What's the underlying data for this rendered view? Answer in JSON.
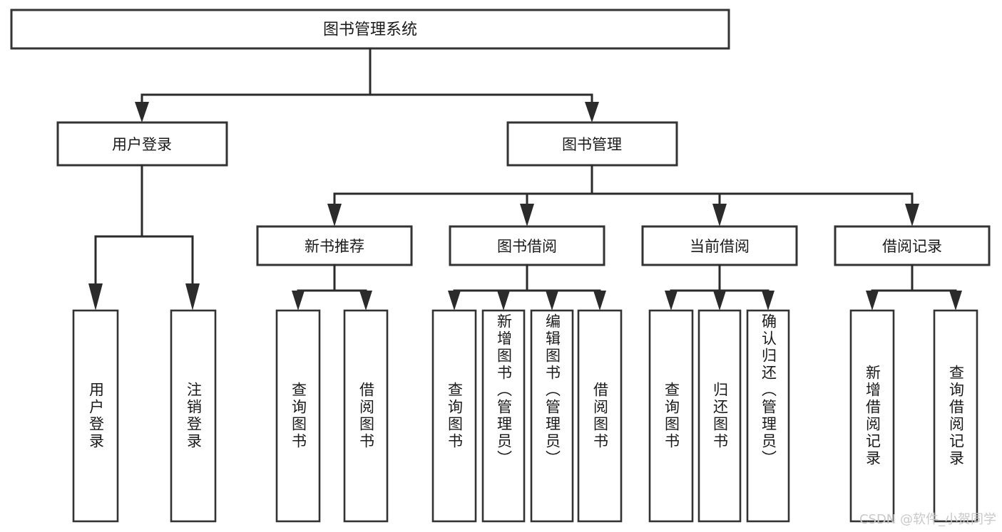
{
  "diagram": {
    "type": "tree",
    "title_node": {
      "id": "root",
      "label": "图书管理系统"
    },
    "level2": [
      {
        "id": "user-login",
        "label": "用户登录"
      },
      {
        "id": "book-manage",
        "label": "图书管理"
      }
    ],
    "level3": [
      {
        "id": "new-book-recommend",
        "label": "新书推荐",
        "parent": "book-manage"
      },
      {
        "id": "book-borrow",
        "label": "图书借阅",
        "parent": "book-manage"
      },
      {
        "id": "current-borrow",
        "label": "当前借阅",
        "parent": "book-manage"
      },
      {
        "id": "borrow-record",
        "label": "借阅记录",
        "parent": "book-manage"
      }
    ],
    "leaves": [
      {
        "id": "leaf-user-login",
        "label": "用户登录",
        "parent": "user-login"
      },
      {
        "id": "leaf-logout-login",
        "label": "注销登录",
        "parent": "user-login"
      },
      {
        "id": "leaf-query-book-1",
        "label": "查询图书",
        "parent": "new-book-recommend"
      },
      {
        "id": "leaf-borrow-book-1",
        "label": "借阅图书",
        "parent": "new-book-recommend"
      },
      {
        "id": "leaf-query-book-2",
        "label": "查询图书",
        "parent": "book-borrow"
      },
      {
        "id": "leaf-add-book",
        "label": "新增图书（管理员）",
        "parent": "book-borrow"
      },
      {
        "id": "leaf-edit-book",
        "label": "编辑图书（管理员）",
        "parent": "book-borrow"
      },
      {
        "id": "leaf-borrow-book-2",
        "label": "借阅图书",
        "parent": "book-borrow"
      },
      {
        "id": "leaf-query-book-3",
        "label": "查询图书",
        "parent": "current-borrow"
      },
      {
        "id": "leaf-return-book",
        "label": "归还图书",
        "parent": "current-borrow"
      },
      {
        "id": "leaf-confirm-return",
        "label": "确认归还（管理员）",
        "parent": "current-borrow"
      },
      {
        "id": "leaf-add-record",
        "label": "新增借阅记录",
        "parent": "borrow-record"
      },
      {
        "id": "leaf-query-record",
        "label": "查询借阅记录",
        "parent": "borrow-record"
      }
    ]
  },
  "watermark": {
    "text": "CSDN @软件_小贺同学"
  },
  "colors": {
    "box_stroke": "#333333",
    "connector": "#2b2b2b",
    "text": "#1a1a1a",
    "background": "#ffffff",
    "watermark": "#c9c9c9"
  }
}
